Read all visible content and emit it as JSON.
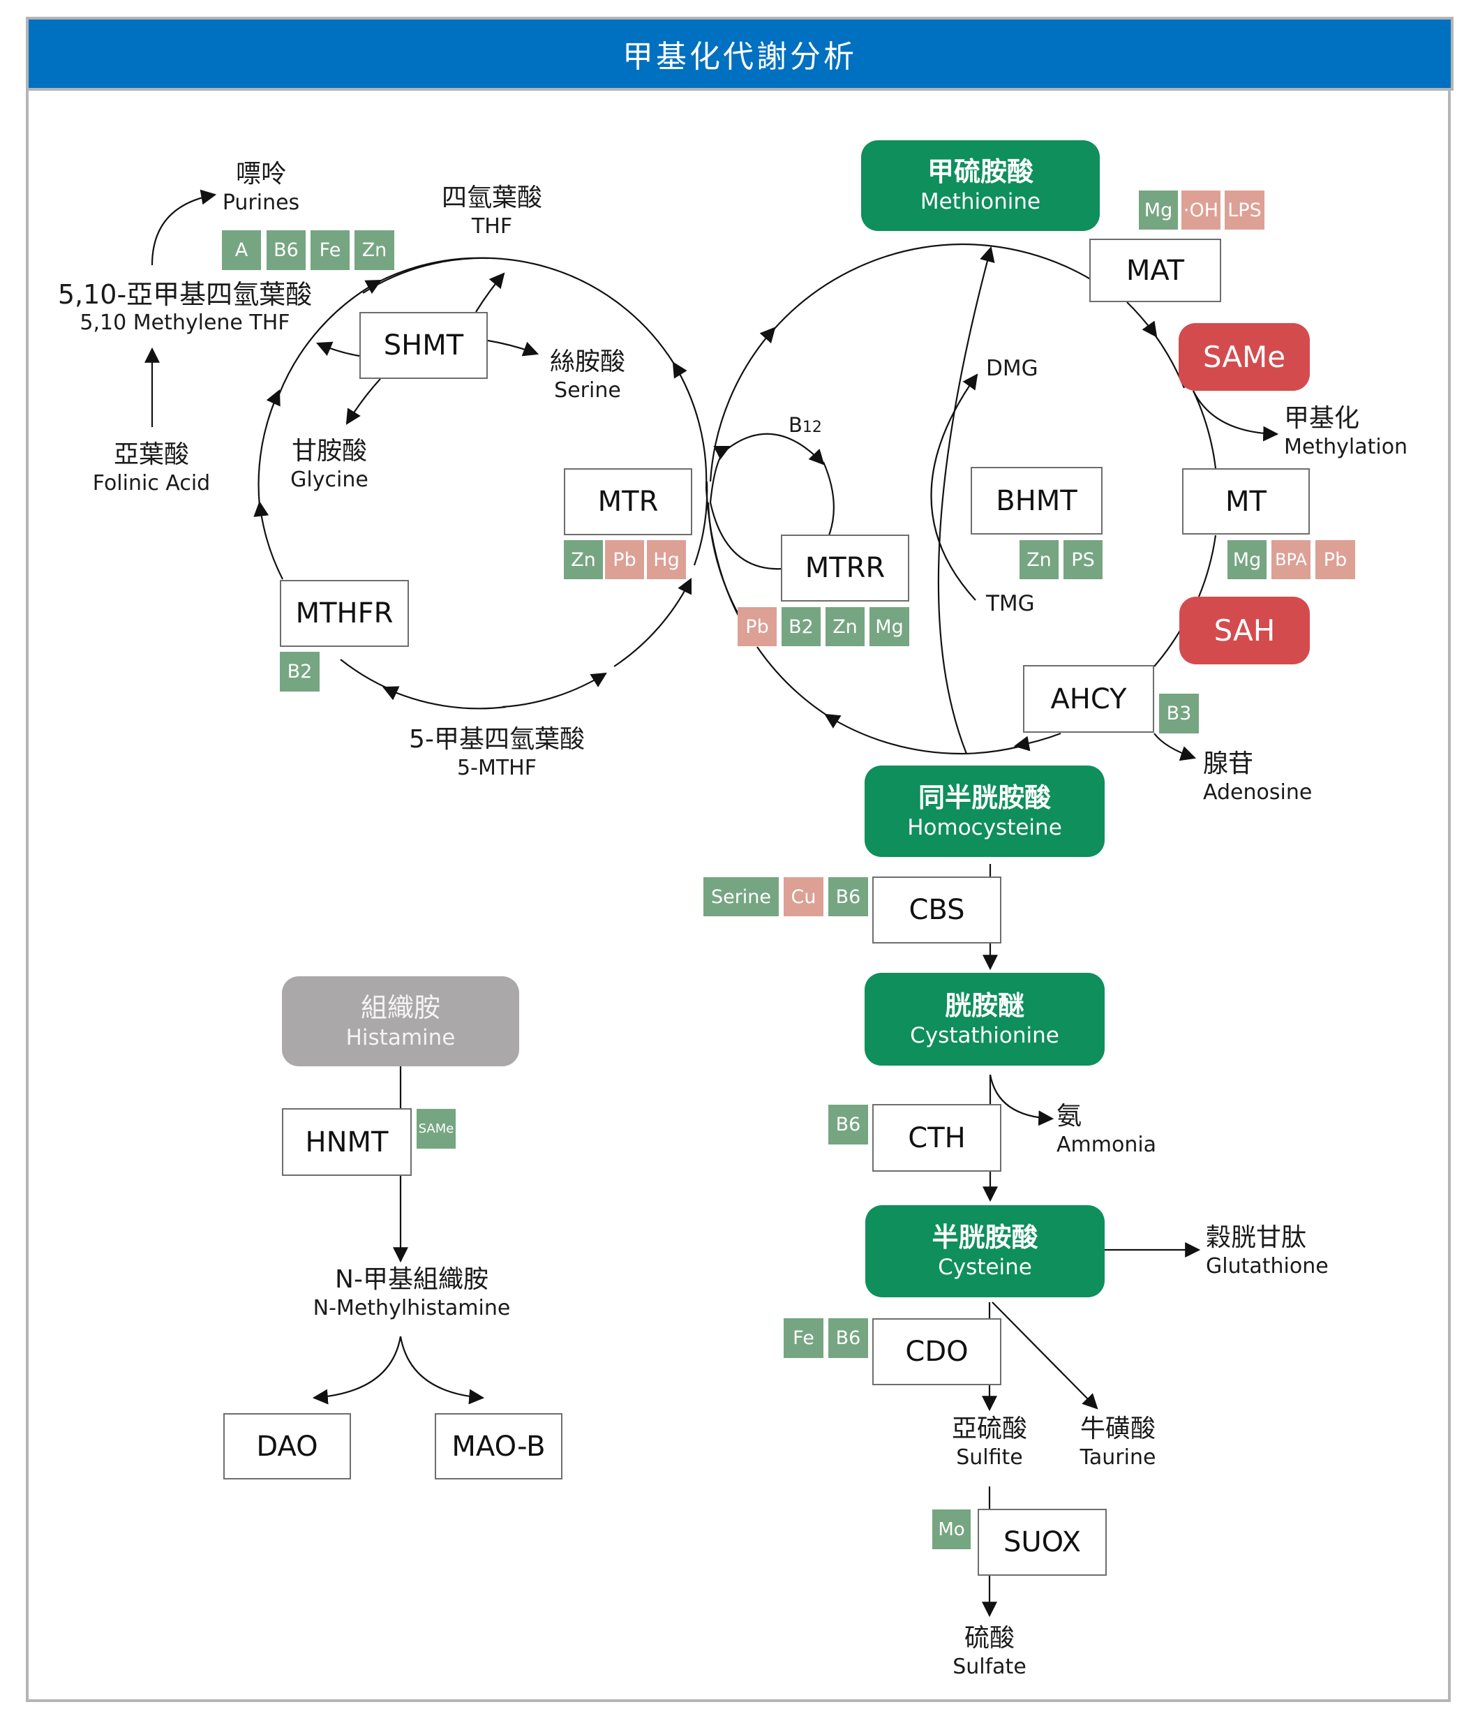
{
  "title": "甲基化代謝分析",
  "colors": {
    "header": "#0070C0",
    "metabolite_green": "#0E8F5C",
    "metabolite_red": "#D44B4E",
    "metabolite_grey": "#ABA8A9",
    "cofactor_supportive": "#76A582",
    "cofactor_inhibitory": "#DDA095"
  },
  "folate_cycle": {
    "purines": {
      "zh": "嘌呤",
      "en": "Purines"
    },
    "purines_cofactors": [
      "A",
      "B6",
      "Fe",
      "Zn"
    ],
    "methylene_thf": {
      "zh": "5,10-亞甲基四氫葉酸",
      "en": "5,10 Methylene THF"
    },
    "folinic_acid": {
      "zh": "亞葉酸",
      "en": "Folinic Acid"
    },
    "thf": {
      "zh": "四氫葉酸",
      "en": "THF"
    },
    "serine": {
      "zh": "絲胺酸",
      "en": "Serine"
    },
    "glycine": {
      "zh": "甘胺酸",
      "en": "Glycine"
    },
    "mthf": {
      "zh": "5-甲基四氫葉酸",
      "en": "5-MTHF"
    },
    "shmt": "SHMT",
    "mtr": "MTR",
    "mtr_cofactors": [
      {
        "label": "Zn",
        "type": "good"
      },
      {
        "label": "Pb",
        "type": "bad"
      },
      {
        "label": "Hg",
        "type": "bad"
      }
    ],
    "mthfr": "MTHFR",
    "mthfr_cofactors": [
      {
        "label": "B2",
        "type": "good"
      }
    ]
  },
  "methionine_cycle": {
    "methionine": {
      "zh": "甲硫胺酸",
      "en": "Methionine"
    },
    "mat": "MAT",
    "mat_cofactors": [
      {
        "label": "Mg",
        "type": "good"
      },
      {
        "label": "·OH",
        "type": "bad"
      },
      {
        "label": "LPS",
        "type": "bad"
      }
    ],
    "same": "SAMe",
    "methylation": {
      "zh": "甲基化",
      "en": "Methylation"
    },
    "mt": "MT",
    "mt_cofactors": [
      {
        "label": "Mg",
        "type": "good"
      },
      {
        "label": "BPA",
        "type": "bad"
      },
      {
        "label": "Pb",
        "type": "bad"
      }
    ],
    "sah": "SAH",
    "ahcy": "AHCY",
    "ahcy_cofactors": [
      {
        "label": "B3",
        "type": "good"
      }
    ],
    "adenosine": {
      "zh": "腺苷",
      "en": "Adenosine"
    },
    "bhmt": "BHMT",
    "bhmt_cofactors": [
      {
        "label": "Zn",
        "type": "good"
      },
      {
        "label": "PS",
        "type": "good"
      }
    ],
    "dmg": "DMG",
    "tmg": "TMG",
    "mtrr": "MTRR",
    "mtrr_cofactors": [
      {
        "label": "Pb",
        "type": "bad"
      },
      {
        "label": "B2",
        "type": "good"
      },
      {
        "label": "Zn",
        "type": "good"
      },
      {
        "label": "Mg",
        "type": "good"
      }
    ],
    "b12": "B",
    "b12_sub": "12"
  },
  "transsulfuration": {
    "homocysteine": {
      "zh": "同半胱胺酸",
      "en": "Homocysteine"
    },
    "cbs": "CBS",
    "cbs_cofactors": [
      {
        "label": "Serine",
        "type": "good"
      },
      {
        "label": "Cu",
        "type": "bad"
      },
      {
        "label": "B6",
        "type": "good"
      }
    ],
    "cystathionine": {
      "zh": "胱胺醚",
      "en": "Cystathionine"
    },
    "cth": "CTH",
    "cth_cofactors": [
      {
        "label": "B6",
        "type": "good"
      }
    ],
    "ammonia": {
      "zh": "氨",
      "en": "Ammonia"
    },
    "cysteine": {
      "zh": "半胱胺酸",
      "en": "Cysteine"
    },
    "glutathione": {
      "zh": "穀胱甘肽",
      "en": "Glutathione"
    },
    "cdo": "CDO",
    "cdo_cofactors": [
      {
        "label": "Fe",
        "type": "good"
      },
      {
        "label": "B6",
        "type": "good"
      }
    ],
    "sulfite": {
      "zh": "亞硫酸",
      "en": "Sulfite"
    },
    "taurine": {
      "zh": "牛磺酸",
      "en": "Taurine"
    },
    "suox": "SUOX",
    "suox_cofactors": [
      {
        "label": "Mo",
        "type": "good"
      }
    ],
    "sulfate": {
      "zh": "硫酸",
      "en": "Sulfate"
    }
  },
  "histamine_pathway": {
    "histamine": {
      "zh": "組織胺",
      "en": "Histamine"
    },
    "hnmt": "HNMT",
    "hnmt_cofactors": [
      {
        "label": "SAMe",
        "type": "good"
      }
    ],
    "n_methylhistamine": {
      "zh": "N-甲基組織胺",
      "en": "N-Methylhistamine"
    },
    "dao": "DAO",
    "mao_b": "MAO-B"
  }
}
